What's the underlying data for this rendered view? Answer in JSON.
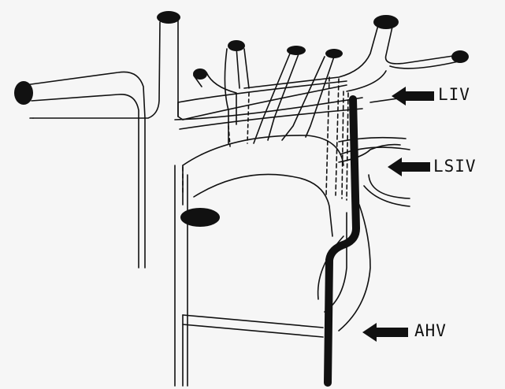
{
  "labels": {
    "liv": "LIV",
    "lsiv": "LSIV",
    "ahv": "AHV"
  },
  "colors": {
    "ink": "#111111",
    "paper": "#f6f6f6"
  },
  "icons": {
    "pointer": "left-arrow-icon"
  }
}
